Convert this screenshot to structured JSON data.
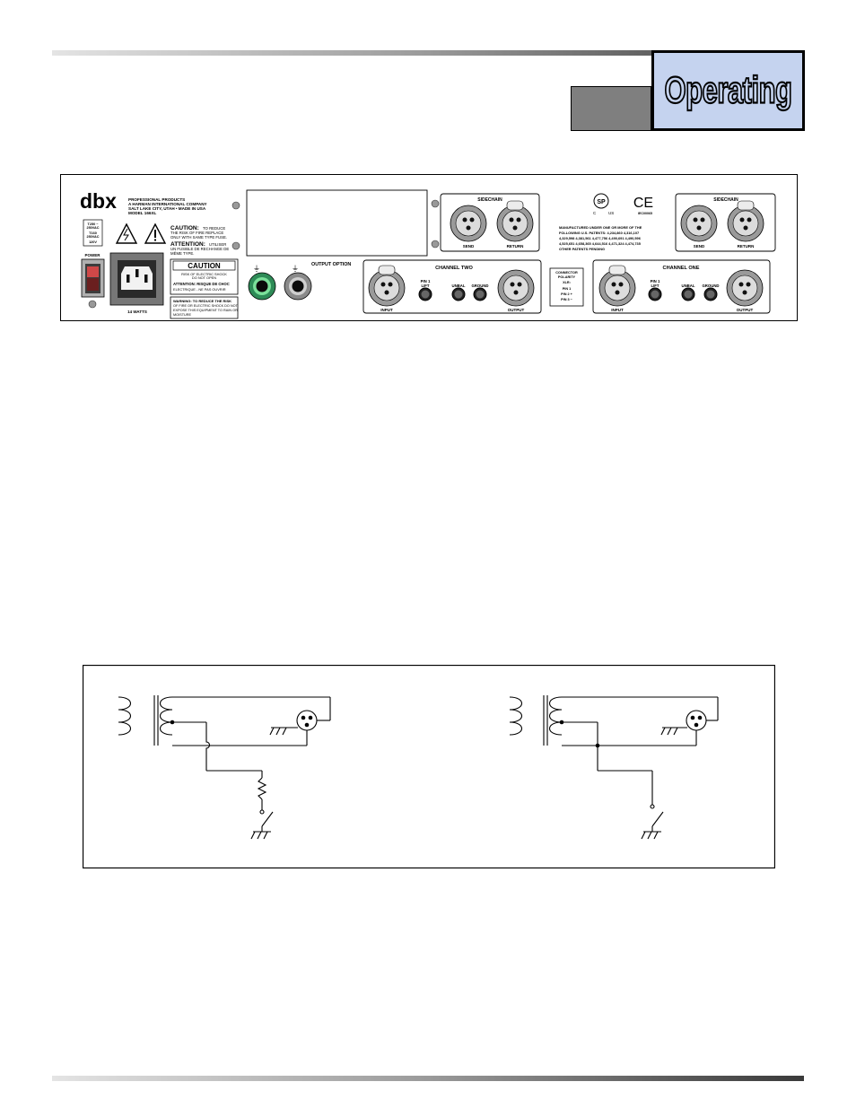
{
  "header": {
    "section_tab": "Operating"
  },
  "rear_panel": {
    "brand_logo": "dbx",
    "company_lines": [
      "PROFESSIONAL PRODUCTS",
      "A HARMAN INTERNATIONAL COMPANY",
      "SALT LAKE CITY, UTAH • MADE IN USA",
      "MODEL 166XL"
    ],
    "fuse_label": [
      "T250 ~",
      "250VAC",
      "T160",
      "250VAC",
      "120V"
    ],
    "caution_text": "CAUTION:",
    "caution_detail": [
      "TO REDUCE",
      "THE RISK OF FIRE REPLACE",
      "ONLY WITH SAME TYPE FUSE."
    ],
    "attention_text": "ATTENTION:",
    "attention_detail": [
      "UTILISER",
      "UN FUSIBLE DE RECHANGE DE",
      "MÊME TYPE."
    ],
    "power_label": "POWER",
    "watts_label": "14 WATTS",
    "caution_box_title": "CAUTION",
    "caution_box_lines": [
      "RISK OF ELECTRIC SHOCK",
      "DO NOT OPEN"
    ],
    "attention_box_lines": [
      "ATTENTION: RISQUE DE CHOC",
      "ELECTRIQUE - NE PAS OUVRIR"
    ],
    "warning_lines": [
      "WARNING: TO REDUCE THE RISK",
      "OF FIRE OR ELECTRIC SHOCK DO NOT",
      "EXPOSE THIS EQUIPMENT TO RAIN OR",
      "MOISTURE"
    ],
    "output_option_label": "OUTPUT OPTION",
    "sidechain_label": "SIDECHAIN",
    "send_label": "SEND",
    "return_label": "RETURN",
    "channel_two_label": "CHANNEL TWO",
    "channel_one_label": "CHANNEL ONE",
    "input_label": "INPUT",
    "output_label": "OUTPUT",
    "pin1_label": [
      "PIN 1",
      "LIFT"
    ],
    "unbal_label": "UNBAL",
    "ground_label": "GROUND",
    "polarity_lines": [
      "CONNECTOR",
      "POLARITY",
      "XLR:",
      "PIN 1",
      "PIN 2 +",
      "PIN 3 −"
    ],
    "cert_mark_c": "C",
    "cert_mark_us": "US",
    "ce_mark": "CE",
    "ce_code": "IEC00065",
    "patents_lines": [
      "MANUFACTURED UNDER ONE OR MORE OF THE",
      "FOLLOWING U.S. PATENTS: 4,234,860 4,316,107",
      "4,329,598 4,381,561 4,477,756 4,490,691 4,490,596",
      "4,525,651 4,658,365 4,644,516 4,471,324 4,474,735",
      "OTHER PATENTS PENDING"
    ]
  }
}
